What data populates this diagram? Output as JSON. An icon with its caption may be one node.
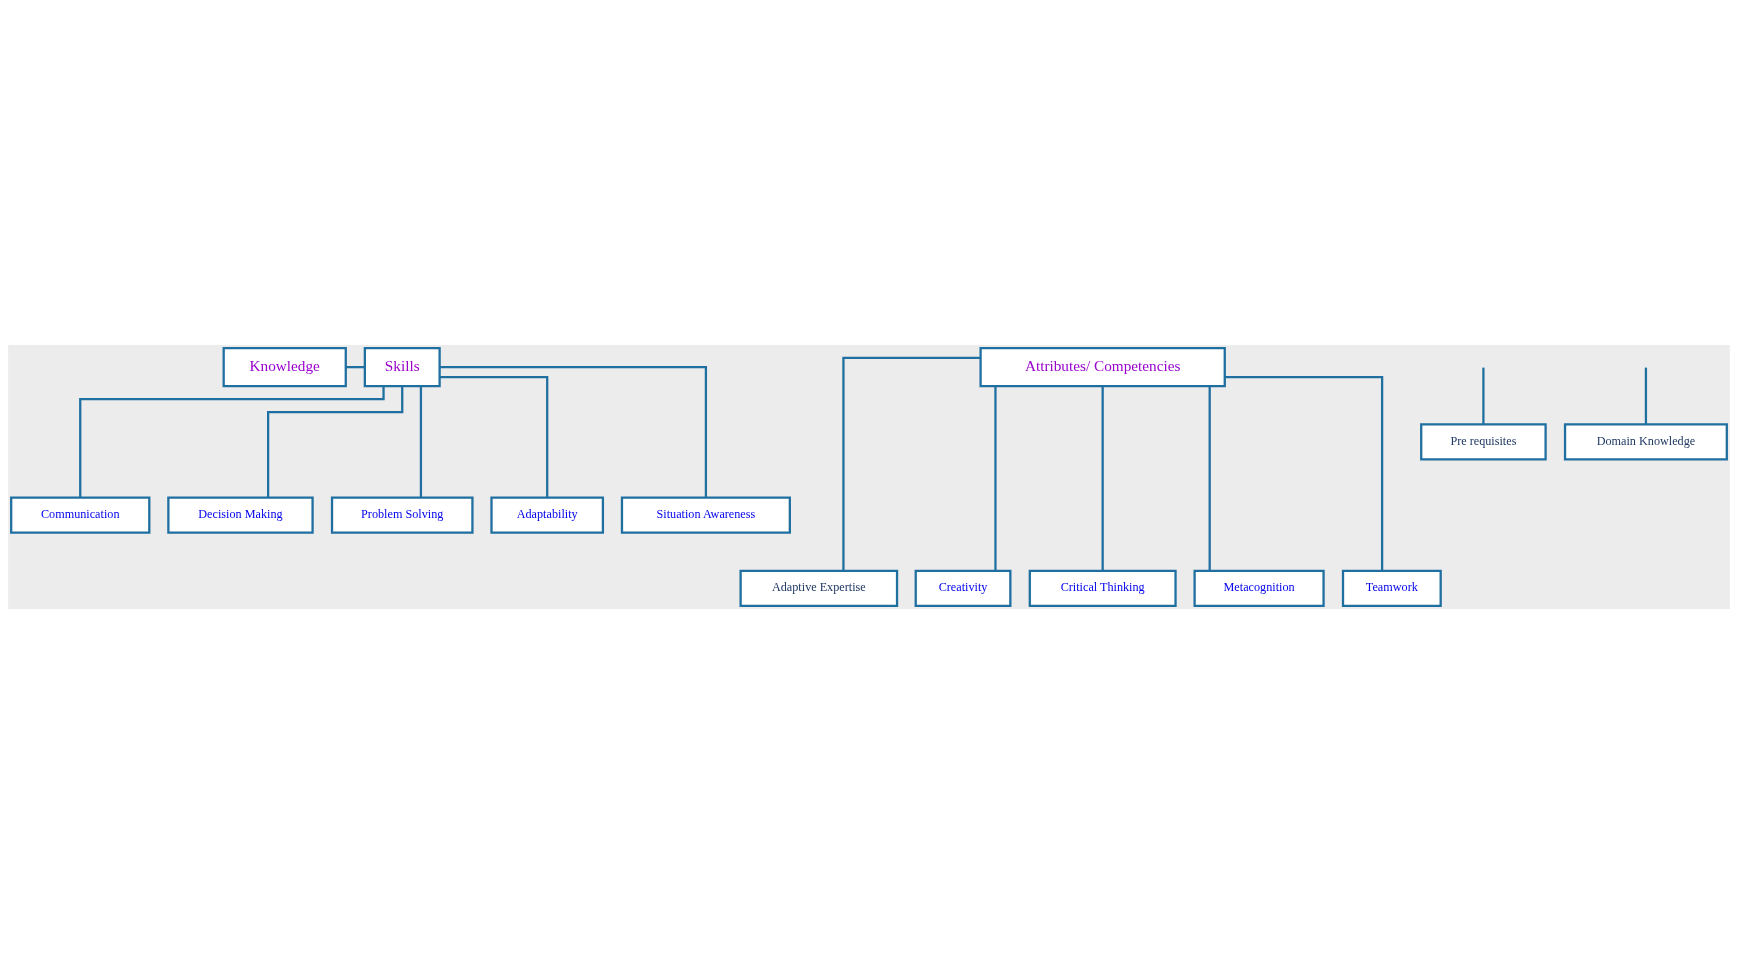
{
  "diagram": {
    "nodes": [
      {
        "text": [
          "Knowledge"
        ]
      },
      {
        "text": [
          "Skills"
        ]
      },
      {
        "text": [
          "Attributes/ Competencies"
        ]
      },
      {
        "text": [
          "Pre requisites"
        ]
      },
      {
        "text": [
          "Domain Knowledge"
        ]
      },
      {
        "text": [
          "Communication"
        ]
      },
      {
        "text": [
          "Decision Making"
        ]
      },
      {
        "text": [
          "Problem Solving"
        ]
      },
      {
        "text": [
          "Adaptability"
        ]
      },
      {
        "text": [
          "Situation Awareness"
        ]
      },
      {
        "text": [
          "Adaptive Expertise"
        ]
      },
      {
        "text": [
          "Creativity"
        ]
      },
      {
        "text": [
          "Critical Thinking"
        ]
      },
      {
        "text": [
          "Metacognition"
        ]
      },
      {
        "text": [
          "Teamwork"
        ]
      }
    ],
    "edges": [
      {
        "from": 0,
        "to": 1,
        "arrow": "none"
      },
      {
        "from": null,
        "to": 3,
        "arrow": "none"
      },
      {
        "from": null,
        "to": 4,
        "arrow": "none"
      },
      {
        "from": 1,
        "to": 5,
        "arrow": "none"
      },
      {
        "from": 1,
        "to": 6,
        "arrow": "none"
      },
      {
        "from": 1,
        "to": 7,
        "arrow": "none"
      },
      {
        "from": 1,
        "to": 8,
        "arrow": "none"
      },
      {
        "from": 1,
        "to": 9,
        "arrow": "none"
      },
      {
        "from": 2,
        "to": 10,
        "arrow": "none"
      },
      {
        "from": 2,
        "to": 11,
        "arrow": "none"
      },
      {
        "from": 2,
        "to": 12,
        "arrow": "none"
      },
      {
        "from": 2,
        "to": 13,
        "arrow": "none"
      },
      {
        "from": 2,
        "to": 14,
        "arrow": "none"
      }
    ]
  }
}
